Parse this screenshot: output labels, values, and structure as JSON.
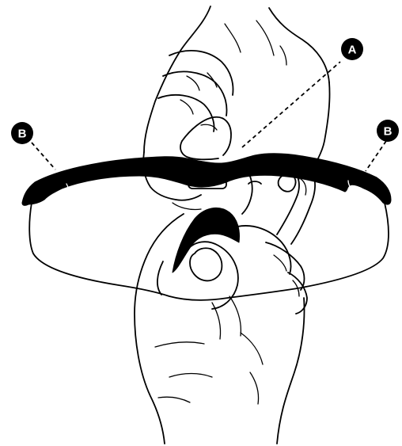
{
  "callouts": {
    "a": {
      "letter": "A"
    },
    "b_left": {
      "letter": "B"
    },
    "b_right": {
      "letter": "B"
    }
  },
  "colors": {
    "ink": "#000000",
    "paper": "#ffffff",
    "callout_text": "#ffffff"
  }
}
